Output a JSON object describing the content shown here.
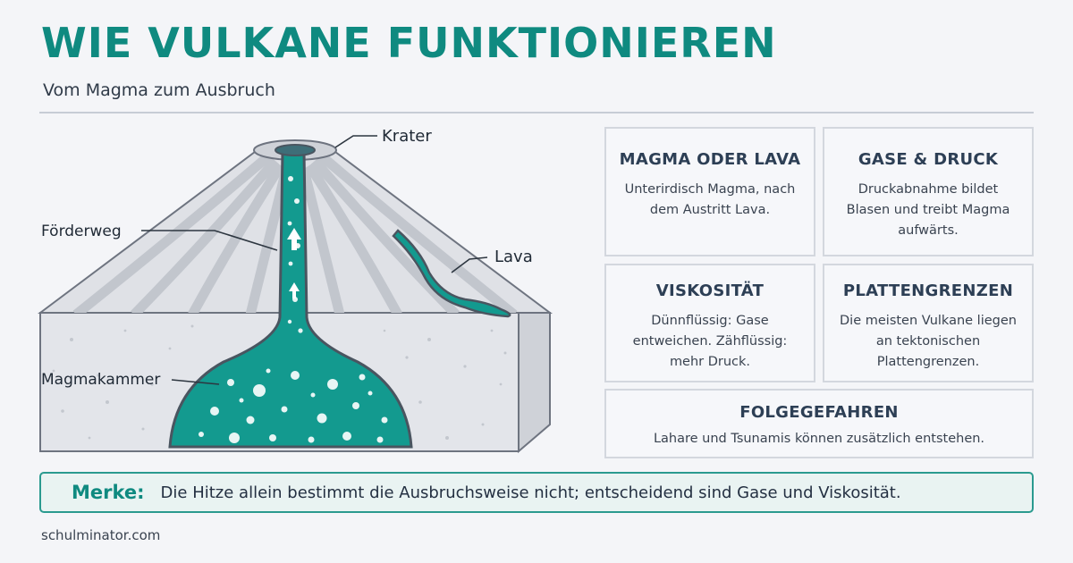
{
  "header": {
    "title": "WIE VULKANE FUNKTIONIEREN",
    "subtitle": "Vom Magma zum Ausbruch"
  },
  "diagram": {
    "labels": {
      "krater": "Krater",
      "foerderweg": "Förderweg",
      "lava": "Lava",
      "magmakammer": "Magmakammer"
    },
    "colors": {
      "magma": "#139a8f",
      "rock": "#e3e5ea",
      "stripe": "#c9ccd3",
      "outline": "#6e7480"
    }
  },
  "cards": [
    {
      "title": "MAGMA ODER LAVA",
      "text": "Unterirdisch Magma, nach dem Austritt Lava."
    },
    {
      "title": "GASE & DRUCK",
      "text": "Druckabnahme bildet Blasen und treibt Magma aufwärts."
    },
    {
      "title": "VISKOSITÄT",
      "text": "Dünnflüssig: Gase entweichen. Zähflüssig: mehr Druck."
    },
    {
      "title": "PLATTENGRENZEN",
      "text": "Die meisten Vulkane liegen an tektonischen Plattengrenzen."
    },
    {
      "title": "FOLGEGEFAHREN",
      "text": "Lahare und Tsunamis können zusätzlich entstehen."
    }
  ],
  "merke": {
    "label": "Merke:",
    "text": "Die Hitze allein bestimmt die Ausbruchsweise nicht; entscheidend sind Gase und Viskosität."
  },
  "footer": {
    "source": "schulminator.com"
  }
}
